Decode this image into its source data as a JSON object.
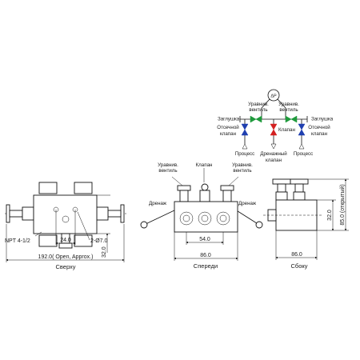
{
  "schematic": {
    "plug_left": "Заглушка",
    "plug_right": "Заглушка",
    "equalize_left": "Уравнив. вентиль",
    "equalize_right": "Уравнив. вентиль",
    "shutoff_left": "Отсечной клапан",
    "shutoff_right": "Отсечной клапан",
    "valve_center": "Клапан",
    "process_left": "Процесс",
    "process_right": "Процесс",
    "drain_valve": "Дренажный клапан",
    "gauge_symbol": "ΔP",
    "colors": {
      "equalize": "#1f9a3c",
      "shutoff": "#1f3fb0",
      "drain": "#d42020"
    }
  },
  "top_view": {
    "caption": "Сверху",
    "thread_label": "NPT 4-1/2",
    "dim_spacing": "24.0",
    "dim_holes": "2-Ø7.0",
    "dim_height": "32.0",
    "dim_overall": "192.0( Open, Approx.)"
  },
  "front_view": {
    "caption": "Спереди",
    "equalize_left": "Уравнив. вентиль",
    "valve": "Клапан",
    "equalize_right": "Уравнив. вентиль",
    "drain_left": "Дренаж",
    "drain_right": "Дренаж",
    "dim_inner": "54.0",
    "dim_outer": "86.0"
  },
  "side_view": {
    "caption": "Сбоку",
    "dim_height_open": "85.0 (открытый)",
    "dim_height": "32.0",
    "dim_width": "86.0"
  }
}
